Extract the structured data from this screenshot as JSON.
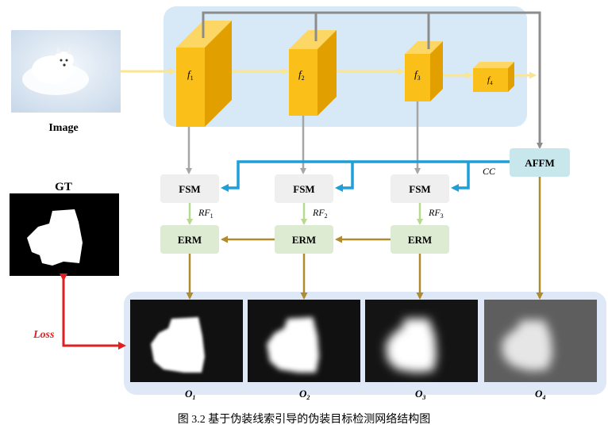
{
  "image_label": "Image",
  "gt_label": "GT",
  "loss_label": "Loss",
  "encoder": {
    "blocks": [
      {
        "name": "f",
        "sub": "1"
      },
      {
        "name": "f",
        "sub": "2"
      },
      {
        "name": "f",
        "sub": "3"
      },
      {
        "name": "f",
        "sub": "4"
      }
    ]
  },
  "modules": {
    "fsm": [
      "FSM",
      "FSM",
      "FSM"
    ],
    "erm": [
      "ERM",
      "ERM",
      "ERM"
    ],
    "affm": "AFFM"
  },
  "rf_labels": [
    {
      "name": "RF",
      "sub": "1"
    },
    {
      "name": "RF",
      "sub": "2"
    },
    {
      "name": "RF",
      "sub": "3"
    }
  ],
  "cc_label": "CC",
  "outputs": [
    {
      "name": "O",
      "sub": "1"
    },
    {
      "name": "O",
      "sub": "2"
    },
    {
      "name": "O",
      "sub": "3"
    },
    {
      "name": "O",
      "sub": "4"
    }
  ],
  "caption": "图 3.2    基于伪装线索引导的伪装目标检测网络结构图",
  "colors": {
    "encoder_bg": "#d7e8f7",
    "output_bg": "#dfe8f6",
    "cube_front": "#fbbf1a",
    "cube_side": "#e19f00",
    "cube_top": "#fdd765",
    "fsm_box": "#efefef",
    "erm_box": "#ddebd2",
    "affm_box": "#c7e7ec",
    "yellow_arrow": "#fbe58f",
    "gray_arrow": "#a6a6a6",
    "blue_arrow": "#1e9fd8",
    "green_arrow": "#b6d98f",
    "brown_arrow": "#ae8b2f",
    "loss_arrow": "#e02020"
  }
}
